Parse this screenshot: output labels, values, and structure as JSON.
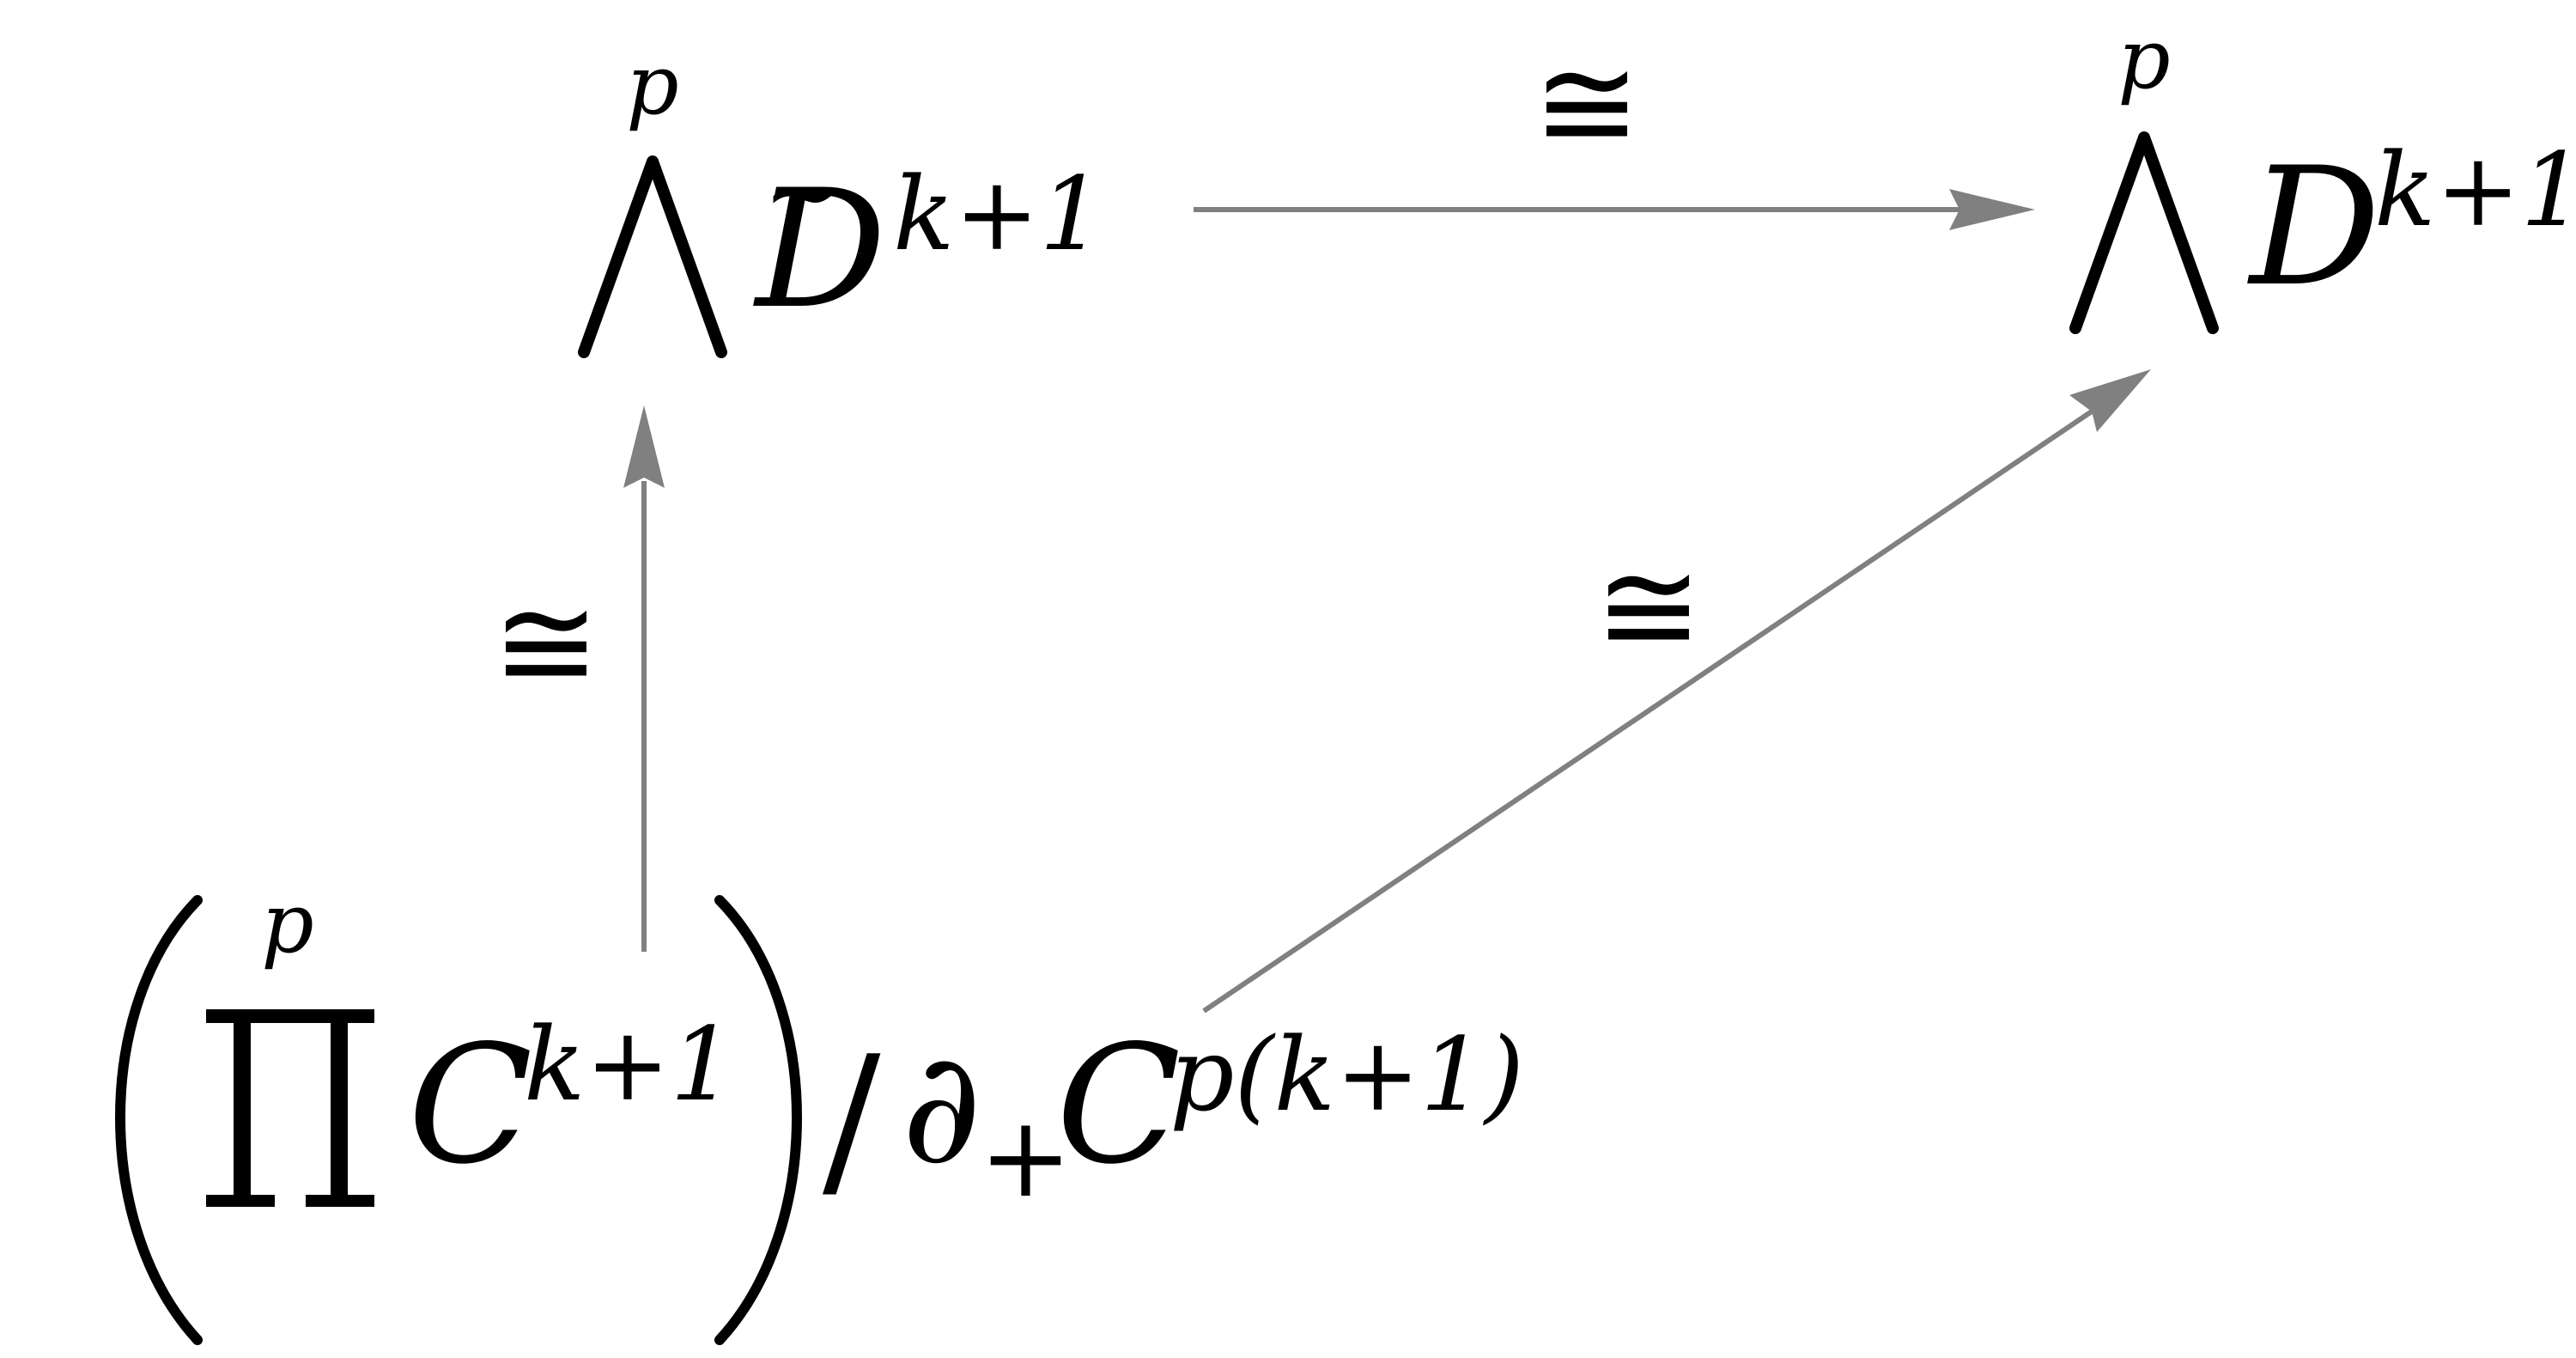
{
  "diagram": {
    "nodes": {
      "top_left": {
        "operator_superscript": "p",
        "base_letter": "D",
        "exponent": "k+1",
        "accent": "~"
      },
      "top_right": {
        "operator_superscript": "p",
        "base_letter": "D",
        "exponent": "k+1"
      },
      "bottom": {
        "product_superscript": "p",
        "base_letter": "C",
        "exponent": "k+1",
        "quotient_slash": "/",
        "boundary_symbol": "∂",
        "boundary_subscript": "+",
        "quotient_letter": "C",
        "quotient_exponent": "p(k+1)"
      }
    },
    "arrows": {
      "top": {
        "label": "≅"
      },
      "vertical": {
        "label": "≅"
      },
      "diagonal": {
        "label": "≅"
      }
    },
    "colors": {
      "arrow": "#808080",
      "text": "#000000",
      "background": "#ffffff"
    }
  }
}
